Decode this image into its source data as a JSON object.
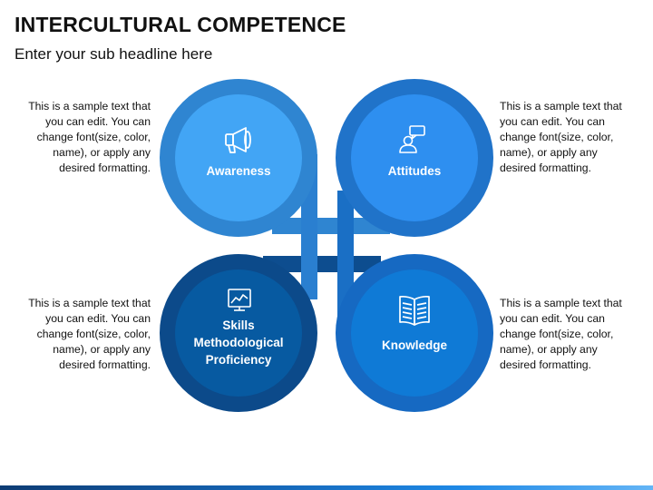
{
  "header": {
    "title": "INTERCULTURAL COMPETENCE",
    "subtitle": "Enter your sub headline here"
  },
  "colors": {
    "awareness_outer": "#2f85d1",
    "awareness_inner": "#42a5f5",
    "attitudes_outer": "#2073c9",
    "attitudes_inner": "#2e8ff0",
    "skills_outer": "#0c4a8a",
    "skills_inner": "#075aa1",
    "knowledge_outer": "#1669c2",
    "knowledge_inner": "#0f7ad6"
  },
  "quadrants": [
    {
      "id": "awareness",
      "label": "Awareness",
      "icon": "megaphone-icon",
      "description": "This is a sample text that you can edit. You can change font(size, color, name), or apply any desired formatting."
    },
    {
      "id": "attitudes",
      "label": "Attitudes",
      "icon": "person-speech-icon",
      "description": "This is a sample text that you can edit. You can change font(size, color, name), or apply any desired formatting."
    },
    {
      "id": "skills",
      "label": "Skills Methodological Proficiency",
      "icon": "presentation-chart-icon",
      "description": "This is a sample text that you can edit. You can change font(size, color, name), or apply any desired formatting."
    },
    {
      "id": "knowledge",
      "label": "Knowledge",
      "icon": "open-book-icon",
      "description": "This is a sample text that you can edit. You can change font(size, color, name), or apply any desired formatting."
    }
  ]
}
